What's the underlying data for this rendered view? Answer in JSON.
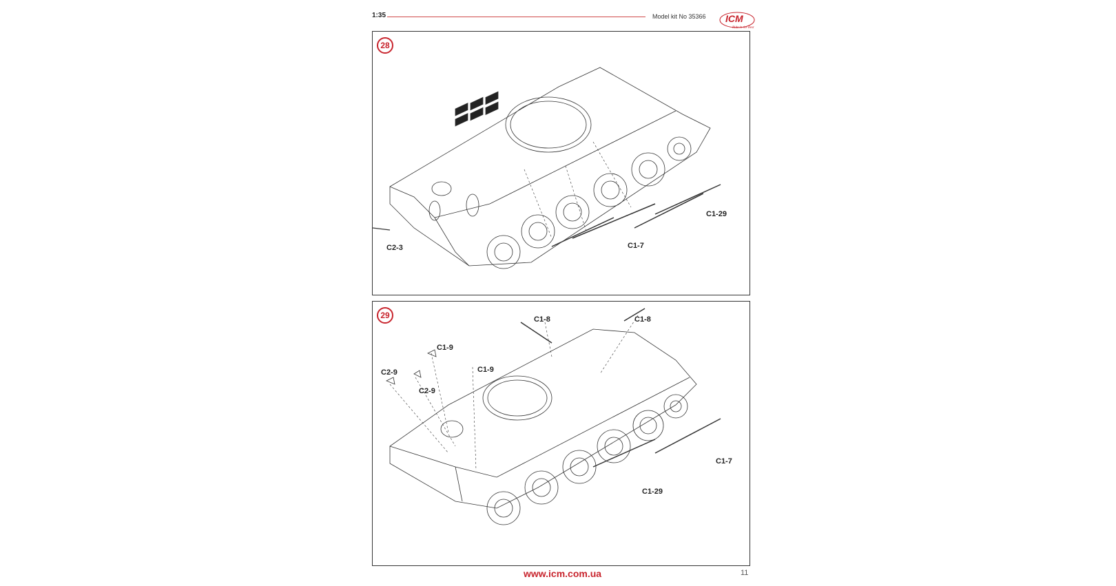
{
  "header": {
    "scale": "1:35",
    "kit_number": "Model kit No 35366",
    "logo_text": "ICM",
    "logo_tagline": "Ride in the Best"
  },
  "steps": [
    {
      "number": "28",
      "labels": [
        "C2-3",
        "C1-7",
        "C1-29"
      ]
    },
    {
      "number": "29",
      "labels": [
        "C1-8",
        "C1-8",
        "C1-9",
        "C1-9",
        "C2-9",
        "C2-9",
        "C1-7",
        "C1-29"
      ]
    }
  ],
  "footer": {
    "url": "www.icm.com.ua",
    "page_number": "11"
  },
  "colors": {
    "accent": "#c8242d",
    "rule": "#d04a4a"
  }
}
